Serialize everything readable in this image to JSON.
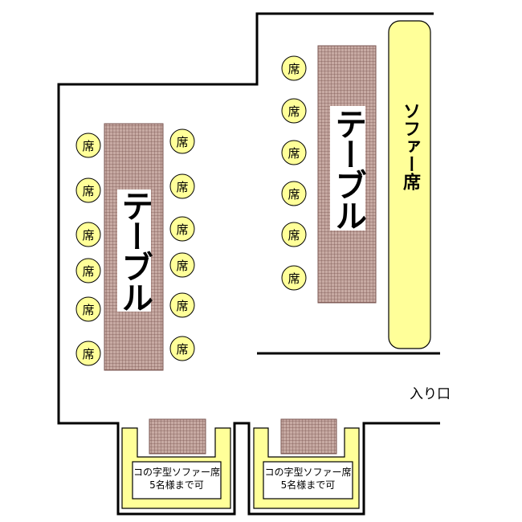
{
  "left_table": {
    "label": "テーブル"
  },
  "right_table": {
    "label": "テーブル"
  },
  "sofa": {
    "label": "ソファー席"
  },
  "entrance": {
    "label": "入り口"
  },
  "seat_label": "席",
  "booths": [
    {
      "line1": "コの字型ソファー席",
      "line2": "5名様まで可"
    },
    {
      "line1": "コの字型ソファー席",
      "line2": "5名様まで可"
    }
  ],
  "colors": {
    "wall": "#000000",
    "table_fill": "#b89a92",
    "table_grid": "#7a5550",
    "seat_fill": "#ffff99",
    "sofa_fill": "#ffff99"
  }
}
